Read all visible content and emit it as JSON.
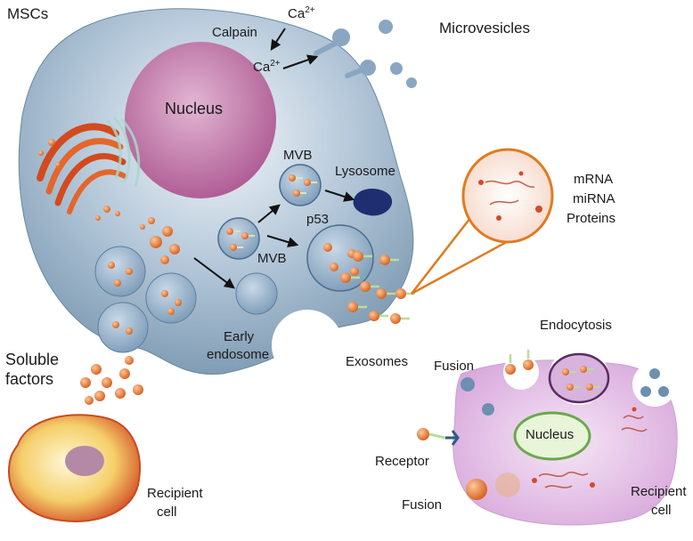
{
  "labels": {
    "mscs": "MSCs",
    "calpain": "Calpain",
    "ca_top": "Ca",
    "ca_top_sup": "2+",
    "ca_mid": "Ca",
    "ca_mid_sup": "2+",
    "microvesicles": "Microvesicles",
    "nucleus_main": "Nucleus",
    "mvb_top": "MVB",
    "lysosome": "Lysosome",
    "mrna": "mRNA",
    "mirna": "miRNA",
    "proteins": "Proteins",
    "p53": "p53",
    "mvb_bottom": "MVB",
    "early": "Early",
    "endosome": "endosome",
    "soluble": "Soluble",
    "factors": "factors",
    "exosomes": "Exosomes",
    "endocytosis": "Endocytosis",
    "fusion_top": "Fusion",
    "nucleus_recipient": "Nucleus",
    "receptor": "Receptor",
    "fusion_bottom": "Fusion",
    "recipient_left_1": "Recipient",
    "recipient_left_2": "cell",
    "recipient_right_1": "Recipient",
    "recipient_right_2": "cell"
  },
  "colors": {
    "cell_body": "#8fb0c9",
    "nucleus": "#b4639a",
    "vesicle": "#e8762b",
    "recipient_pink": "#e6c3e8",
    "orange_outline": "#e07b1f",
    "green_outline": "#6aa84f"
  }
}
